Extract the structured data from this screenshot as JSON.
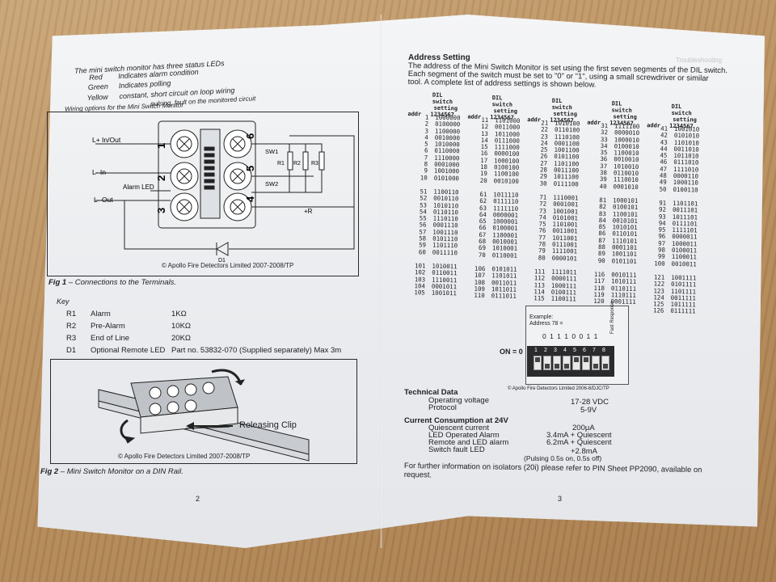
{
  "page2": {
    "status_intro": "The mini switch monitor has three status LEDs",
    "status": [
      {
        "color": "Red",
        "desc": "Indicates alarm condition"
      },
      {
        "color": "Green",
        "desc": "Indicates polling"
      },
      {
        "color": "Yellow",
        "desc": "constant, short circuit on loop wiring"
      },
      {
        "color": "",
        "desc": "pulsing, fault on the monitored circuit"
      }
    ],
    "wiring_caption": "Wiring options for the Mini Switch Monitor",
    "terminals": {
      "l_in_out": "L+ In/Out",
      "l_in": "L- In",
      "alarm_led": "Alarm LED",
      "l_out": "L- Out",
      "sw1": "SW1",
      "sw2": "SW2",
      "r1": "R1",
      "r2": "R2",
      "r3": "R3",
      "plus_r": "+R",
      "d1": "D1",
      "nums": [
        "1",
        "2",
        "3",
        "4",
        "5",
        "6"
      ]
    },
    "copyright1": "© Apollo Fire Detectors Limited 2007-2008/TP",
    "fig1_label": "Fig 1",
    "fig1_text": " – Connections to the Terminals.",
    "key_title": "Key",
    "key": [
      {
        "sym": "R1",
        "name": "Alarm",
        "value": "1KΩ",
        "extra": ""
      },
      {
        "sym": "R2",
        "name": "Pre-Alarm",
        "value": "10KΩ",
        "extra": ""
      },
      {
        "sym": "R3",
        "name": "End of Line",
        "value": "20KΩ",
        "extra": ""
      },
      {
        "sym": "D1",
        "name": "Optional Remote LED",
        "value": "Part no. 53832-070 (Supplied separately) Max 3m",
        "extra": ""
      }
    ],
    "releasing_clip": "Releasing Clip",
    "copyright2": "© Apollo Fire Detectors Limited 2007-2008/TP",
    "fig2_label": "Fig 2",
    "fig2_text": " – Mini Switch Monitor on a DIN Rail.",
    "page_number": "2"
  },
  "page3": {
    "bleed_text": "Troubleshooting",
    "address_title": "Address Setting",
    "address_para": [
      "The address of the Mini Switch Monitor is set using the first seven segments of the DIL switch.",
      "Each segment of the switch must be set to \"0\" or \"1\", using a small screwdriver or similar",
      "tool. A complete list of address settings is shown below."
    ],
    "table_headers": {
      "addr": "addr",
      "dil": "DIL switch",
      "setting": "setting",
      "bits": "1234567"
    },
    "table_blocks": [
      [
        [
          [
            "1",
            "1000000"
          ],
          [
            "2",
            "0100000"
          ],
          [
            "3",
            "1100000"
          ],
          [
            "4",
            "0010000"
          ],
          [
            "5",
            "1010000"
          ],
          [
            "6",
            "0110000"
          ],
          [
            "7",
            "1110000"
          ],
          [
            "8",
            "0001000"
          ],
          [
            "9",
            "1001000"
          ],
          [
            "10",
            "0101000"
          ]
        ],
        [
          [
            "11",
            "1101000"
          ],
          [
            "12",
            "0011000"
          ],
          [
            "13",
            "1011000"
          ],
          [
            "14",
            "0111000"
          ],
          [
            "15",
            "1111000"
          ],
          [
            "16",
            "0000100"
          ],
          [
            "17",
            "1000100"
          ],
          [
            "18",
            "0100100"
          ],
          [
            "19",
            "1100100"
          ],
          [
            "20",
            "0010100"
          ]
        ],
        [
          [
            "21",
            "1010100"
          ],
          [
            "22",
            "0110100"
          ],
          [
            "23",
            "1110100"
          ],
          [
            "24",
            "0001100"
          ],
          [
            "25",
            "1001100"
          ],
          [
            "26",
            "0101100"
          ],
          [
            "27",
            "1101100"
          ],
          [
            "28",
            "0011100"
          ],
          [
            "29",
            "1011100"
          ],
          [
            "30",
            "0111100"
          ]
        ],
        [
          [
            "31",
            "1111100"
          ],
          [
            "32",
            "0000010"
          ],
          [
            "33",
            "1000010"
          ],
          [
            "34",
            "0100010"
          ],
          [
            "35",
            "1100010"
          ],
          [
            "36",
            "0010010"
          ],
          [
            "37",
            "1010010"
          ],
          [
            "38",
            "0110010"
          ],
          [
            "39",
            "1110010"
          ],
          [
            "40",
            "0001010"
          ]
        ],
        [
          [
            "41",
            "1001010"
          ],
          [
            "42",
            "0101010"
          ],
          [
            "43",
            "1101010"
          ],
          [
            "44",
            "0011010"
          ],
          [
            "45",
            "1011010"
          ],
          [
            "46",
            "0111010"
          ],
          [
            "47",
            "1111010"
          ],
          [
            "48",
            "0000110"
          ],
          [
            "49",
            "1000110"
          ],
          [
            "50",
            "0100110"
          ]
        ]
      ],
      [
        [
          [
            "51",
            "1100110"
          ],
          [
            "52",
            "0010110"
          ],
          [
            "53",
            "1010110"
          ],
          [
            "54",
            "0110110"
          ],
          [
            "55",
            "1110110"
          ],
          [
            "56",
            "0001110"
          ],
          [
            "57",
            "1001110"
          ],
          [
            "58",
            "0101110"
          ],
          [
            "59",
            "1101110"
          ],
          [
            "60",
            "0011110"
          ]
        ],
        [
          [
            "61",
            "1011110"
          ],
          [
            "62",
            "0111110"
          ],
          [
            "63",
            "1111110"
          ],
          [
            "64",
            "0000001"
          ],
          [
            "65",
            "1000001"
          ],
          [
            "66",
            "0100001"
          ],
          [
            "67",
            "1100001"
          ],
          [
            "68",
            "0010001"
          ],
          [
            "69",
            "1010001"
          ],
          [
            "70",
            "0110001"
          ]
        ],
        [
          [
            "71",
            "1110001"
          ],
          [
            "72",
            "0001001"
          ],
          [
            "73",
            "1001001"
          ],
          [
            "74",
            "0101001"
          ],
          [
            "75",
            "1101001"
          ],
          [
            "76",
            "0011001"
          ],
          [
            "77",
            "1011001"
          ],
          [
            "78",
            "0111001"
          ],
          [
            "79",
            "1111001"
          ],
          [
            "80",
            "0000101"
          ]
        ],
        [
          [
            "81",
            "1000101"
          ],
          [
            "82",
            "0100101"
          ],
          [
            "83",
            "1100101"
          ],
          [
            "84",
            "0010101"
          ],
          [
            "85",
            "1010101"
          ],
          [
            "86",
            "0110101"
          ],
          [
            "87",
            "1110101"
          ],
          [
            "88",
            "0001101"
          ],
          [
            "89",
            "1001101"
          ],
          [
            "90",
            "0101101"
          ]
        ],
        [
          [
            "91",
            "1101101"
          ],
          [
            "92",
            "0011101"
          ],
          [
            "93",
            "1011101"
          ],
          [
            "94",
            "0111101"
          ],
          [
            "95",
            "1111101"
          ],
          [
            "96",
            "0000011"
          ],
          [
            "97",
            "1000011"
          ],
          [
            "98",
            "0100011"
          ],
          [
            "99",
            "1100011"
          ],
          [
            "100",
            "0010011"
          ]
        ]
      ],
      [
        [
          [
            "101",
            "1010011"
          ],
          [
            "102",
            "0110011"
          ],
          [
            "103",
            "1110011"
          ],
          [
            "104",
            "0001011"
          ],
          [
            "105",
            "1001011"
          ]
        ],
        [
          [
            "106",
            "0101011"
          ],
          [
            "107",
            "1101011"
          ],
          [
            "108",
            "0011011"
          ],
          [
            "109",
            "1011011"
          ],
          [
            "110",
            "0111011"
          ]
        ],
        [
          [
            "111",
            "1111011"
          ],
          [
            "112",
            "0000111"
          ],
          [
            "113",
            "1000111"
          ],
          [
            "114",
            "0100111"
          ],
          [
            "115",
            "1100111"
          ]
        ],
        [
          [
            "116",
            "0010111"
          ],
          [
            "117",
            "1010111"
          ],
          [
            "118",
            "0110111"
          ],
          [
            "119",
            "1110111"
          ],
          [
            "120",
            "0001111"
          ]
        ],
        [
          [
            "121",
            "1001111"
          ],
          [
            "122",
            "0101111"
          ],
          [
            "123",
            "1101111"
          ],
          [
            "124",
            "0011111"
          ],
          [
            "125",
            "1011111"
          ],
          [
            "126",
            "0111111"
          ]
        ]
      ]
    ],
    "example": {
      "title": "Example:",
      "address": "Address 78 =",
      "bits": "0 1 1 1 0 0 1 1",
      "fast_response": "Fast Response",
      "on_label": "ON = 0",
      "switch_numbers": [
        "1",
        "2",
        "3",
        "4",
        "5",
        "6",
        "7",
        "8"
      ],
      "switch_positions": [
        0,
        1,
        1,
        1,
        0,
        0,
        1,
        1
      ],
      "copyright": "© Apollo Fire Detectors Limited 2006-8/DJC/TP"
    },
    "technical_title": "Technical Data",
    "technical": [
      {
        "label": "Operating voltage",
        "value": "17-28 VDC"
      },
      {
        "label": "Protocol",
        "value": "5-9V"
      }
    ],
    "current_title": "Current Consumption at 24V",
    "current": [
      {
        "label": "Quiescent current",
        "value": "200μA"
      },
      {
        "label": "LED Operated Alarm",
        "value": "3.4mA + Quiescent"
      },
      {
        "label": "Remote and LED alarm",
        "value": "6.2mA + Quiescent"
      },
      {
        "label": "Switch fault LED",
        "value": "+2.8mA"
      }
    ],
    "pulsing_note": "(Pulsing 0.5s on, 0.5s off)",
    "further_info": [
      "For further information on isolators (20i) please refer to PIN Sheet PP2090, available on",
      "request."
    ],
    "page_number": "3"
  }
}
